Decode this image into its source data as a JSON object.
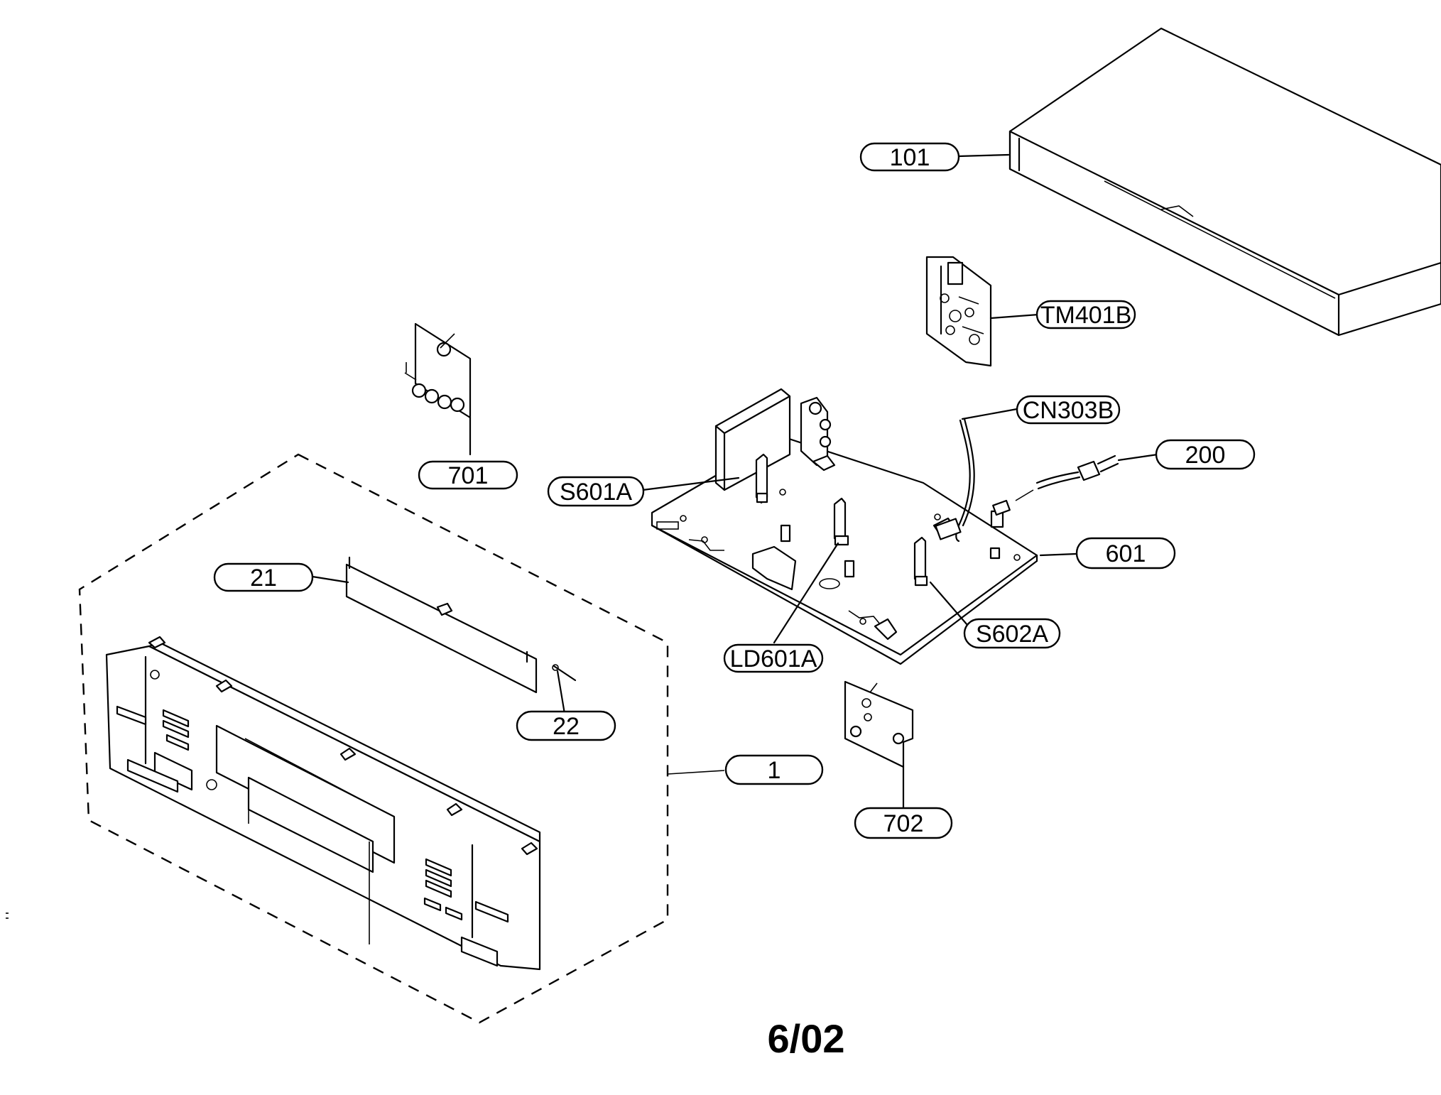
{
  "callouts": {
    "c101": "101",
    "tm401b": "TM401B",
    "cn303b": "CN303B",
    "c200": "200",
    "c701": "701",
    "s601a": "S601A",
    "c601": "601",
    "c21": "21",
    "c22": "22",
    "s602a": "S602A",
    "ld601a": "LD601A",
    "c1": "1",
    "c702": "702"
  },
  "footer": {
    "date": "6/02"
  }
}
